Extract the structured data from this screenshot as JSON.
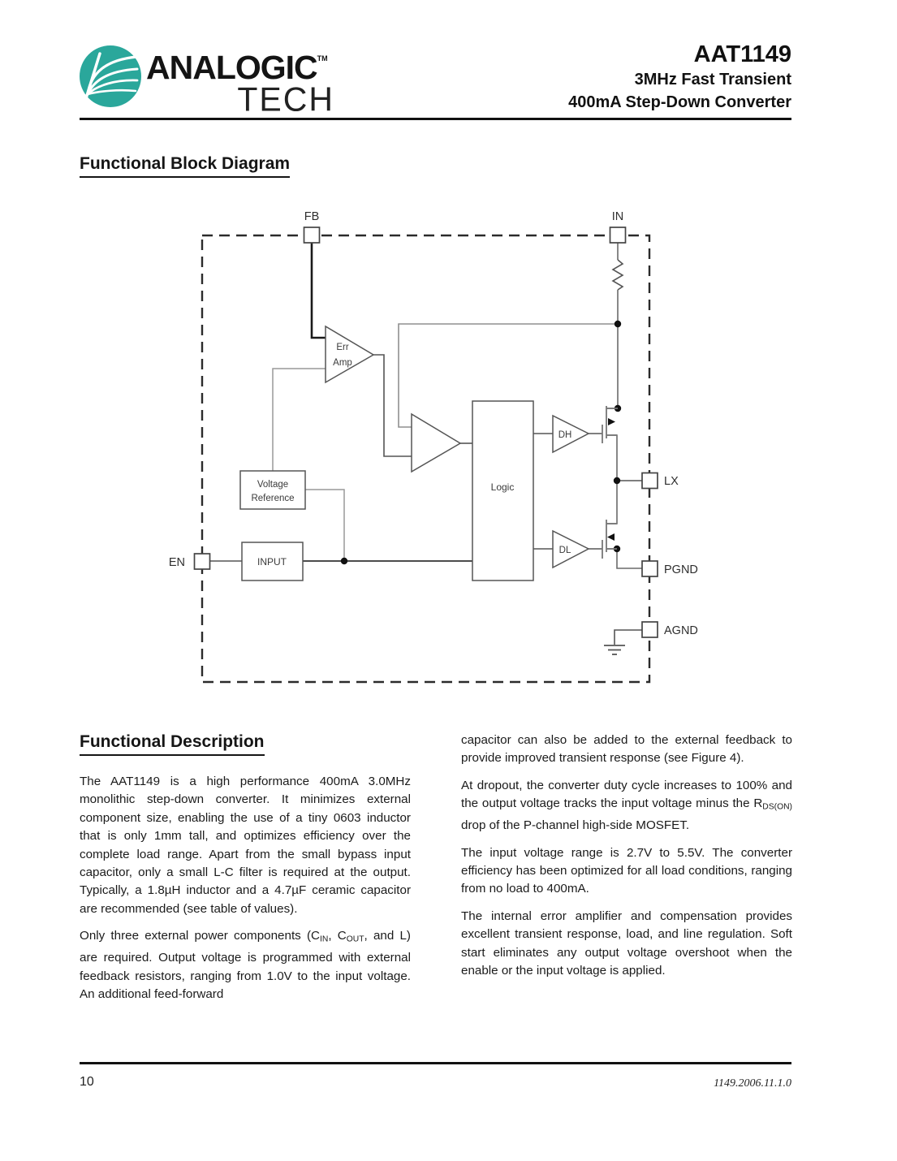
{
  "colors": {
    "brand_teal": "#2aa79b",
    "ink": "#111111"
  },
  "header": {
    "brand_line1": "ANALOGIC",
    "brand_tm": "TM",
    "brand_line2": "TECH",
    "part_number": "AAT1149",
    "subtitle_line1": "3MHz Fast Transient",
    "subtitle_line2": "400mA Step-Down Converter"
  },
  "sections": {
    "block_diagram_title": "Functional Block Diagram",
    "description_title": "Functional Description"
  },
  "diagram": {
    "pins": {
      "fb": "FB",
      "in": "IN",
      "en": "EN",
      "lx": "LX",
      "pgnd": "PGND",
      "agnd": "AGND"
    },
    "blocks": {
      "err_amp_line1": "Err",
      "err_amp_line2": "Amp",
      "logic": "Logic",
      "dh": "DH",
      "dl": "DL",
      "vref_line1": "Voltage",
      "vref_line2": "Reference",
      "input": "INPUT"
    }
  },
  "description": {
    "left": [
      {
        "segments": [
          {
            "t": "The AAT1149 is a high performance 400mA 3.0MHz monolithic step-down converter. It minimizes external component size, enabling the use of a tiny 0603 inductor that is only 1mm tall, and optimizes efficiency over the complete load range. Apart from the small bypass input capacitor, only a small L-C filter is required at the output. Typically, a 1.8µH inductor and a 4.7µF ceramic capacitor are recommended (see table of values)."
          }
        ]
      },
      {
        "segments": [
          {
            "t": "Only three external power components (C"
          },
          {
            "s": "IN"
          },
          {
            "t": ", C"
          },
          {
            "s": "OUT"
          },
          {
            "t": ", and L) are required. Output voltage is programmed with external feedback resistors, ranging from 1.0V to the input voltage. An additional feed-forward"
          }
        ]
      }
    ],
    "right": [
      {
        "segments": [
          {
            "t": "capacitor can also be added to the external feedback to provide improved transient response (see Figure 4)."
          }
        ]
      },
      {
        "segments": [
          {
            "t": "At dropout, the converter duty cycle increases to 100% and the output voltage tracks the input voltage minus the R"
          },
          {
            "s": "DS(ON)"
          },
          {
            "t": " drop of the P-channel high-side MOSFET."
          }
        ]
      },
      {
        "segments": [
          {
            "t": "The input voltage range is 2.7V to 5.5V.  The converter efficiency has been optimized for all load conditions, ranging from no load to 400mA."
          }
        ]
      },
      {
        "segments": [
          {
            "t": "The internal error amplifier and compensation provides excellent transient response, load, and line regulation. Soft start eliminates any output voltage overshoot when the enable or the input voltage is applied."
          }
        ]
      }
    ]
  },
  "footer": {
    "page_number": "10",
    "doc_version": "1149.2006.11.1.0"
  }
}
